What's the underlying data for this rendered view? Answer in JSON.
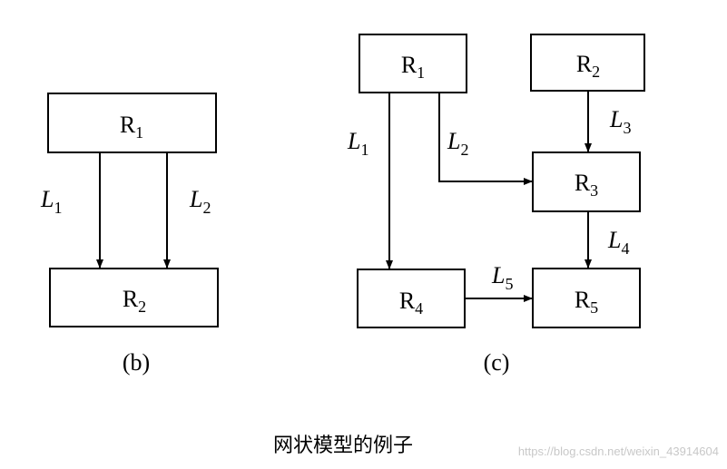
{
  "diagram_b": {
    "nodes": {
      "r1": {
        "base": "R",
        "sub": "1"
      },
      "r2": {
        "base": "R",
        "sub": "2"
      }
    },
    "edges": {
      "l1": {
        "base": "L",
        "sub": "1"
      },
      "l2": {
        "base": "L",
        "sub": "2"
      }
    },
    "panel_label": "(b)"
  },
  "diagram_c": {
    "nodes": {
      "r1": {
        "base": "R",
        "sub": "1"
      },
      "r2": {
        "base": "R",
        "sub": "2"
      },
      "r3": {
        "base": "R",
        "sub": "3"
      },
      "r4": {
        "base": "R",
        "sub": "4"
      },
      "r5": {
        "base": "R",
        "sub": "5"
      }
    },
    "edges": {
      "l1": {
        "base": "L",
        "sub": "1"
      },
      "l2": {
        "base": "L",
        "sub": "2"
      },
      "l3": {
        "base": "L",
        "sub": "3"
      },
      "l4": {
        "base": "L",
        "sub": "4"
      },
      "l5": {
        "base": "L",
        "sub": "5"
      }
    },
    "panel_label": "(c)"
  },
  "caption": "网状模型的例子",
  "watermark": "https://blog.csdn.net/weixin_43914604"
}
